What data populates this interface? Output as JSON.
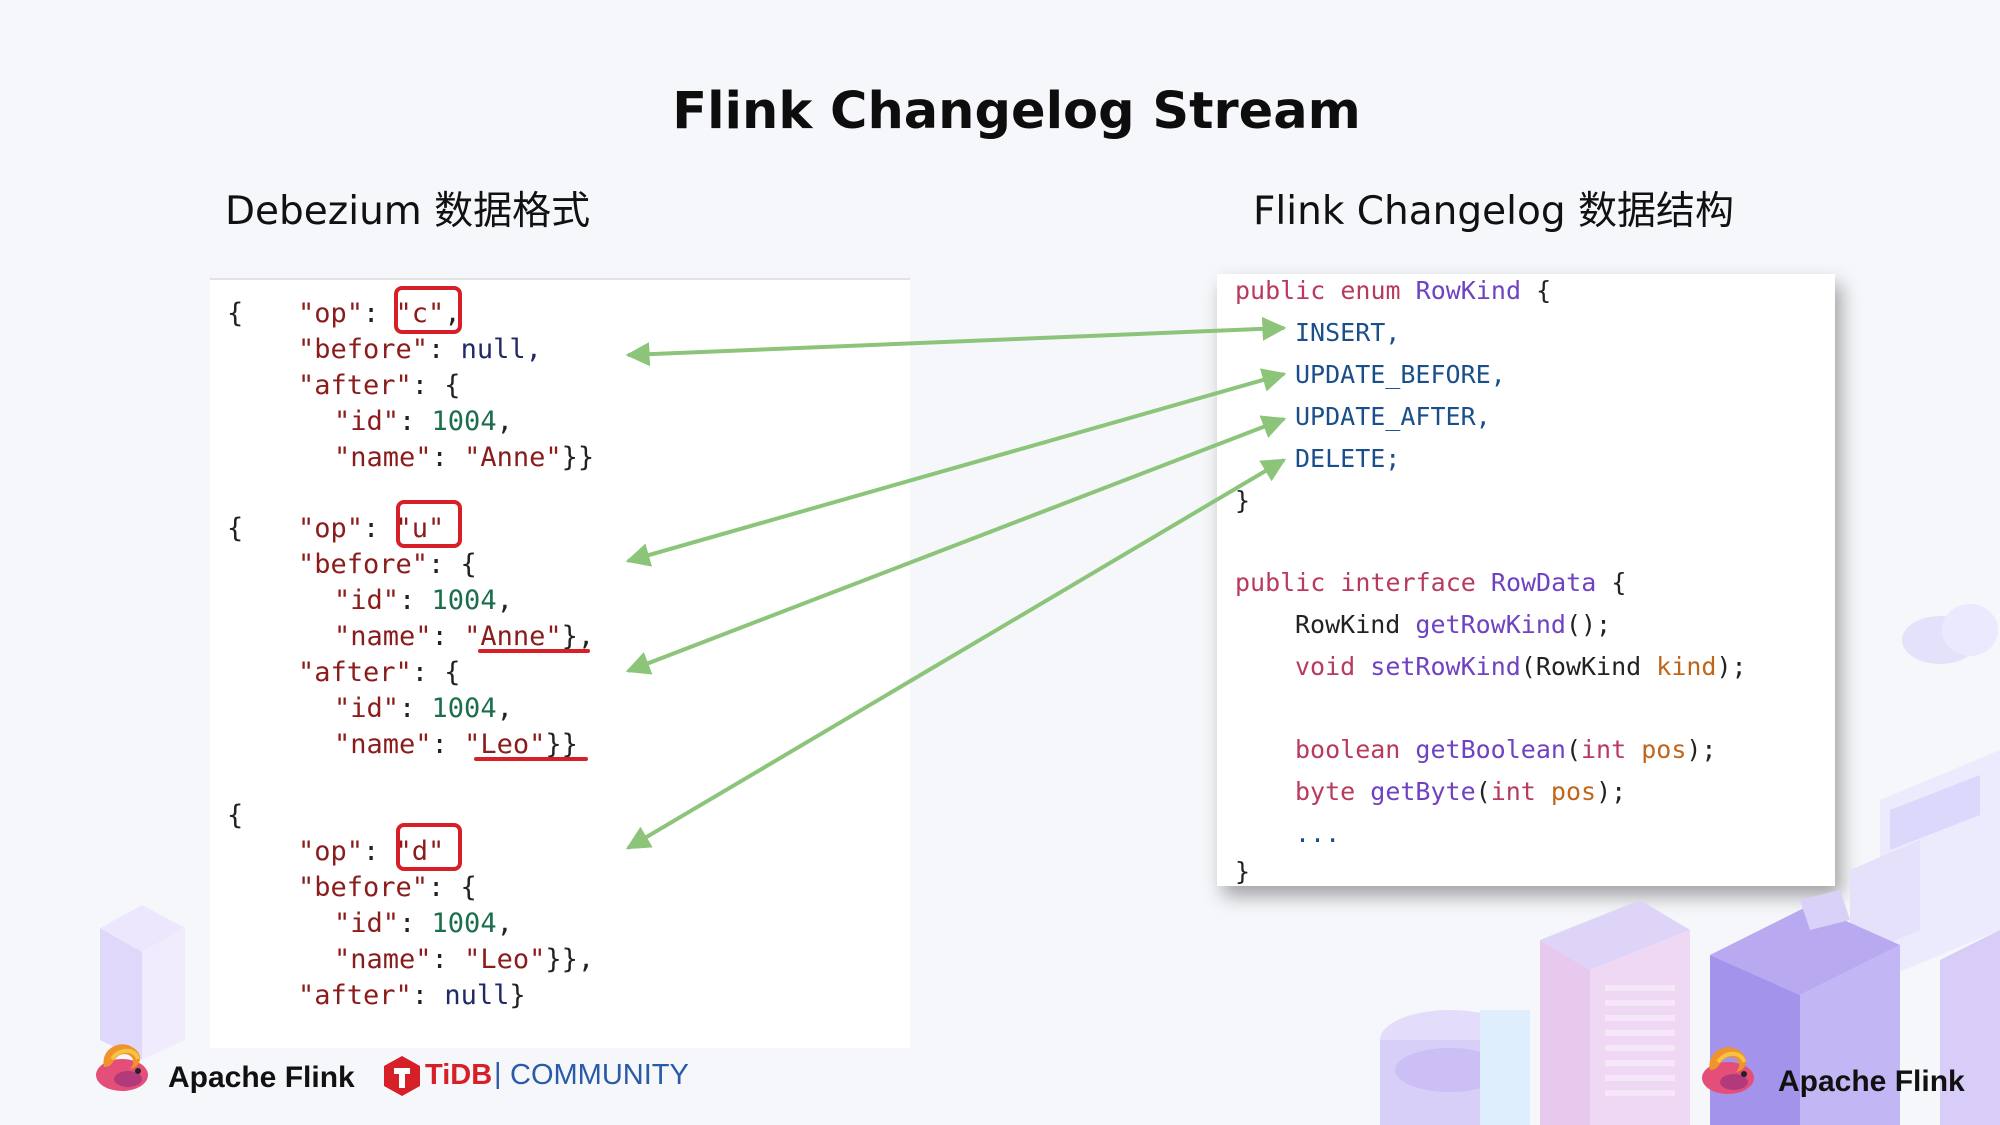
{
  "title": "Flink Changelog Stream",
  "subtitles": {
    "left": "Debezium 数据格式",
    "right": "Flink Changelog 数据结构"
  },
  "json_block": {
    "c": {
      "brace": "{",
      "op_key": "\"op\"",
      "op_val": "\"c\"",
      "before_key": "\"before\"",
      "before_val": "null,",
      "after_key": "\"after\"",
      "id_key": "\"id\"",
      "id_val": "1004",
      "name_key": "\"name\"",
      "name_val": "\"Anne\""
    },
    "u": {
      "brace": "{",
      "op_key": "\"op\"",
      "op_val": "\"u\"",
      "before_key": "\"before\"",
      "before_id_key": "\"id\"",
      "before_id_val": "1004",
      "before_name_key": "\"name\"",
      "before_name_val": "\"Anne\"",
      "after_key": "\"after\"",
      "after_id_key": "\"id\"",
      "after_id_val": "1004",
      "after_name_key": "\"name\"",
      "after_name_val": "\"Leo\""
    },
    "d": {
      "brace": "{",
      "op_key": "\"op\"",
      "op_val": "\"d\"",
      "before_key": "\"before\"",
      "id_key": "\"id\"",
      "id_val": "1004",
      "name_key": "\"name\"",
      "name_val": "\"Leo\"",
      "after_key": "\"after\"",
      "after_val": "null"
    }
  },
  "code_block": {
    "enum_decl": [
      "public",
      "enum",
      "RowKind",
      "{"
    ],
    "enum_values": [
      "INSERT,",
      "UPDATE_BEFORE,",
      "UPDATE_AFTER,",
      "DELETE;"
    ],
    "close1": "}",
    "iface_decl": [
      "public",
      "interface",
      "RowData",
      "{"
    ],
    "m1": [
      "RowKind",
      "getRowKind",
      "();"
    ],
    "m2": [
      "void",
      "setRowKind",
      "(RowKind ",
      "kind",
      ");"
    ],
    "m3": [
      "boolean",
      "getBoolean",
      "(",
      "int",
      "pos",
      ");"
    ],
    "m4": [
      "byte",
      "getByte",
      "(",
      "int",
      "pos",
      ");"
    ],
    "ellipsis": "...",
    "close2": "}"
  },
  "footer": {
    "brand_left": "Apache Flink",
    "tidb": "TiDB",
    "divider": "|",
    "community": "COMMUNITY",
    "brand_right": "Apache Flink"
  },
  "colors": {
    "arrow": "#8cc47a",
    "highlight": "#d61f26",
    "tidb_red": "#d61f26",
    "tidb_blue": "#2b5aa8"
  }
}
